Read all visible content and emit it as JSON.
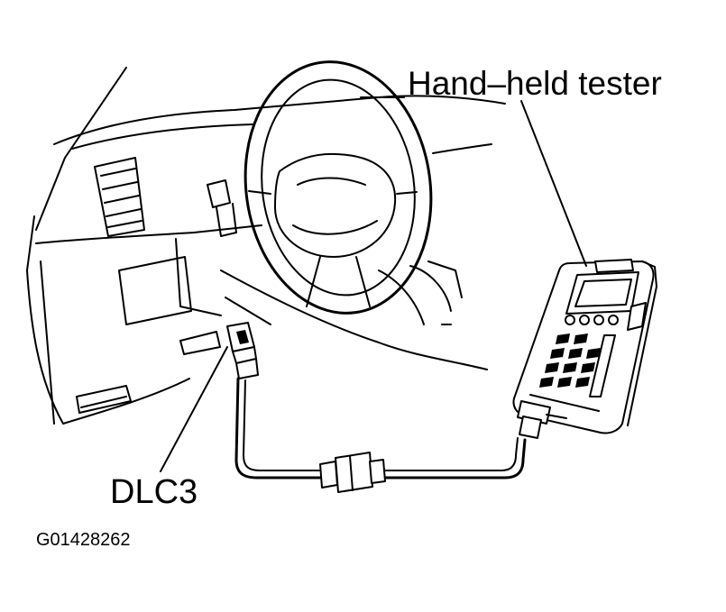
{
  "labels": {
    "tester": "Hand–held tester",
    "connector": "DLC3",
    "figure_id": "G01428262"
  }
}
